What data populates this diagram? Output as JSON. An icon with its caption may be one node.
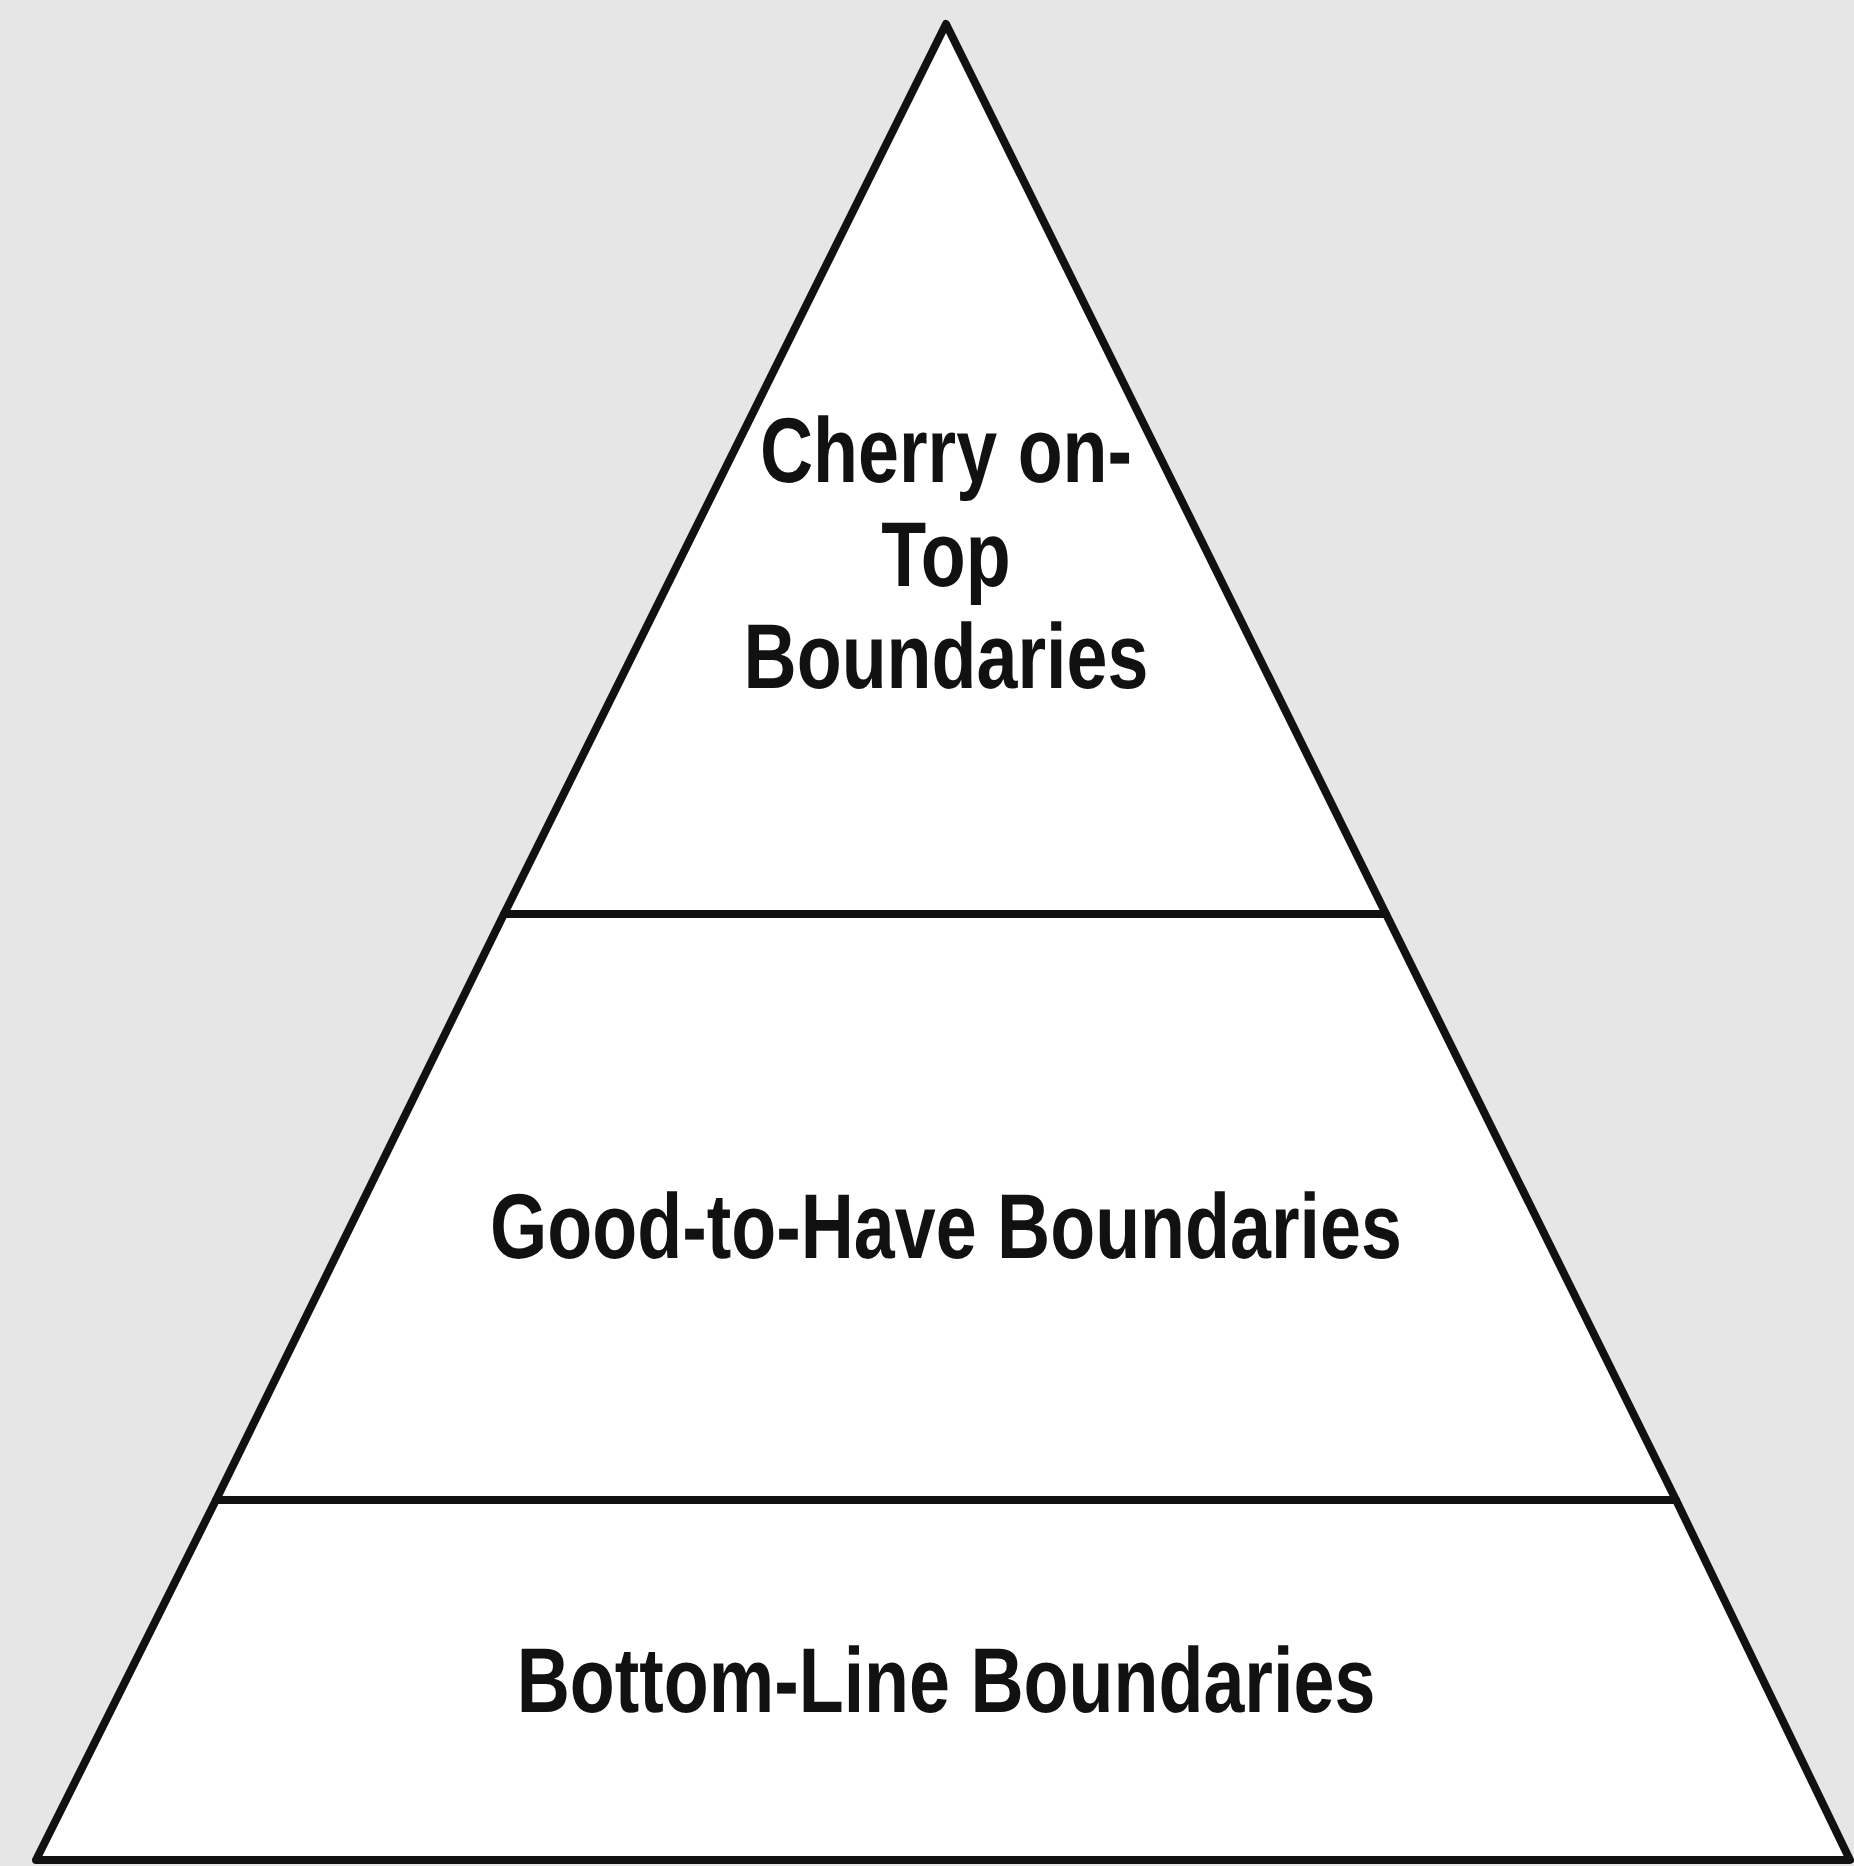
{
  "diagram": {
    "nodes": [
      {
        "text": [
          "Cherry on-Top Boundaries"
        ]
      },
      {
        "text": [
          "Good-to-Have Boundaries"
        ]
      },
      {
        "text": [
          "Bottom-Line Boundaries"
        ]
      }
    ]
  }
}
